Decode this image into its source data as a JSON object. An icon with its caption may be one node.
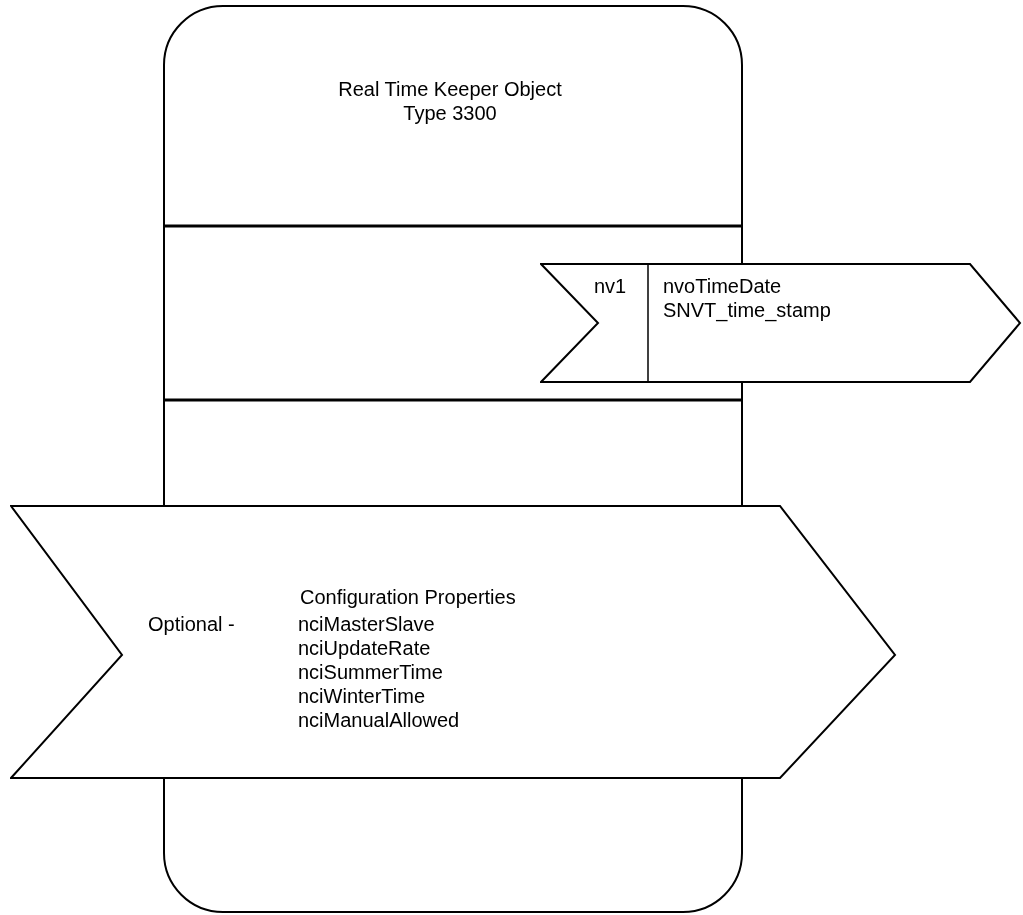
{
  "diagram": {
    "nodes": [
      {
        "text": [
          "Real Time Keeper Object Type 3300"
        ]
      },
      {
        "text": [
          "nv1",
          "nvoTimeDate SNVT_time_stamp"
        ]
      },
      {
        "text": [
          "Configuration Properties",
          "Optional -",
          "nciMasterSlave nciUpdateRate nciSummerTime nciWinterTime nciManualAllowed"
        ]
      }
    ]
  }
}
